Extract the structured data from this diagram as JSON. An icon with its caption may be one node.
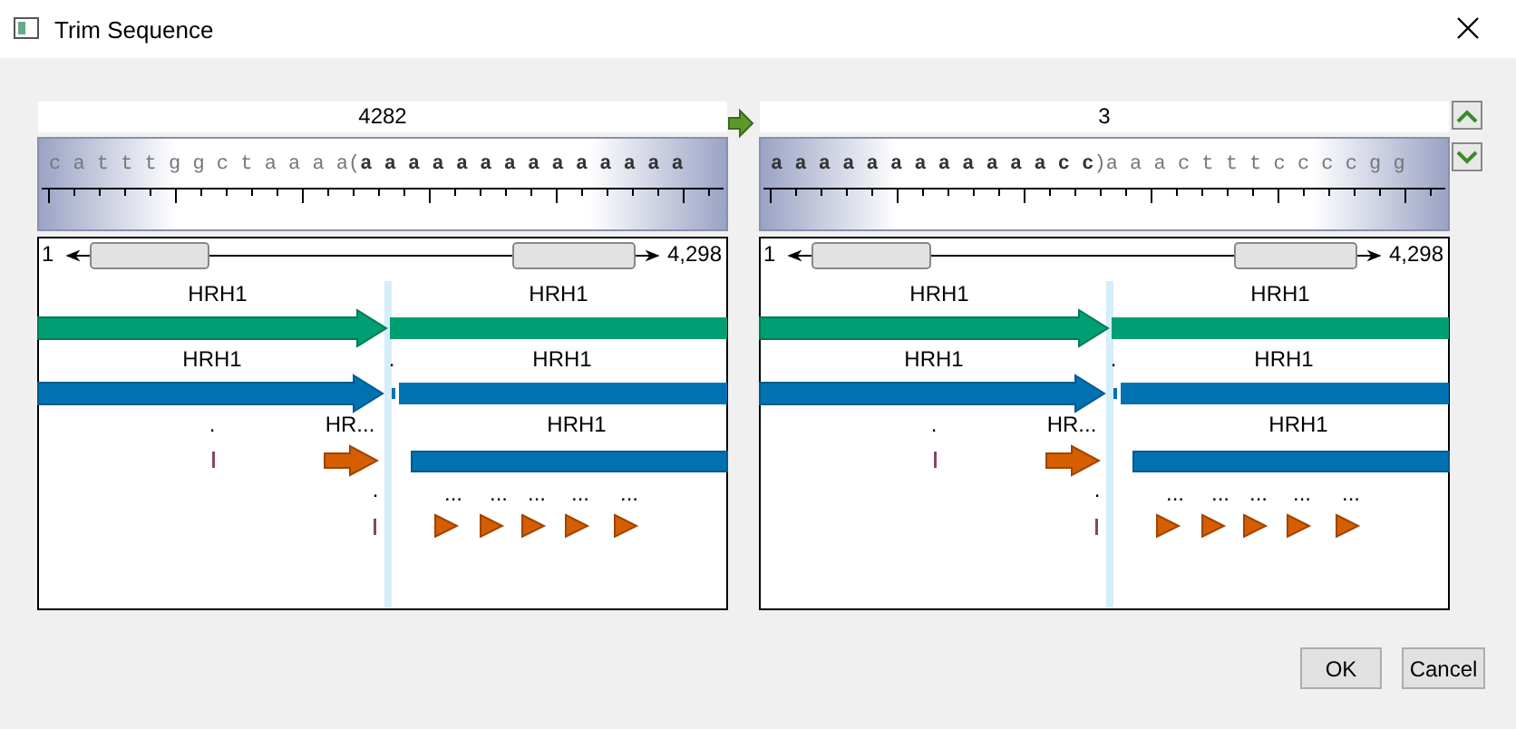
{
  "diagram": {
    "title": "Trim Sequence",
    "labels": [
      "4282",
      "c a t t t g g c t a a a a(**a a a a a a a a a a a a a a**",
      "1",
      "4,298",
      "HRH1",
      "HRH1",
      "HRH1",
      ".",
      "HRH1",
      ".",
      "HR...",
      "HRH1",
      ".",
      "...",
      "...",
      "...",
      "...",
      "...",
      "3",
      "**a a a a a a a a a a a a c c**)a a a c t t t c c c c g g",
      "1",
      "4,298",
      "HRH1",
      "HRH1",
      "HRH1",
      ".",
      "HRH1",
      ".",
      "HR...",
      "HRH1",
      ".",
      "...",
      "...",
      "...",
      "...",
      "...",
      "OK",
      "Cancel"
    ]
  }
}
